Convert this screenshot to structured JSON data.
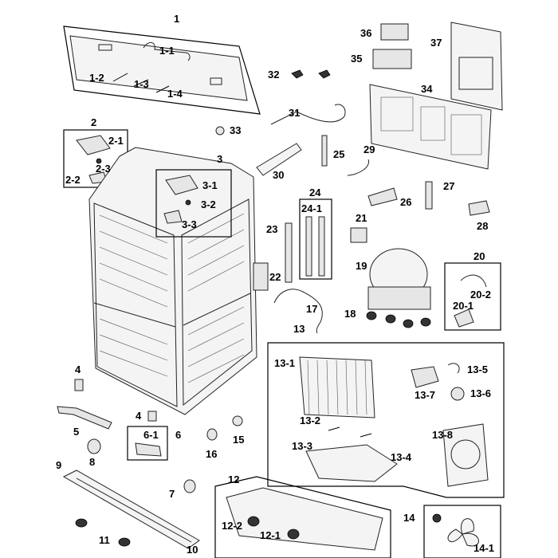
{
  "callouts": {
    "c1": "1",
    "c1_1": "1-1",
    "c1_2": "1-2",
    "c1_3": "1-3",
    "c1_4": "1-4",
    "c2": "2",
    "c2_1": "2-1",
    "c2_2": "2-2",
    "c2_3": "2-3",
    "c3": "3",
    "c3_1": "3-1",
    "c3_2": "3-2",
    "c3_3": "3-3",
    "c4a": "4",
    "c4b": "4",
    "c5": "5",
    "c6": "6",
    "c6_1": "6-1",
    "c7": "7",
    "c8": "8",
    "c9": "9",
    "c10": "10",
    "c11": "11",
    "c12": "12",
    "c12_1": "12-1",
    "c12_2": "12-2",
    "c13": "13",
    "c13_1": "13-1",
    "c13_2": "13-2",
    "c13_3": "13-3",
    "c13_4": "13-4",
    "c13_5": "13-5",
    "c13_6": "13-6",
    "c13_7": "13-7",
    "c13_8": "13-8",
    "c14": "14",
    "c14_1": "14-1",
    "c15": "15",
    "c16": "16",
    "c17": "17",
    "c18": "18",
    "c19": "19",
    "c20": "20",
    "c20_1": "20-1",
    "c20_2": "20-2",
    "c21": "21",
    "c22": "22",
    "c23": "23",
    "c24": "24",
    "c24_1": "24-1",
    "c25": "25",
    "c26": "26",
    "c27": "27",
    "c28": "28",
    "c29": "29",
    "c30": "30",
    "c31": "31",
    "c32": "32",
    "c33": "33",
    "c34": "34",
    "c35": "35",
    "c36": "36",
    "c37": "37"
  }
}
